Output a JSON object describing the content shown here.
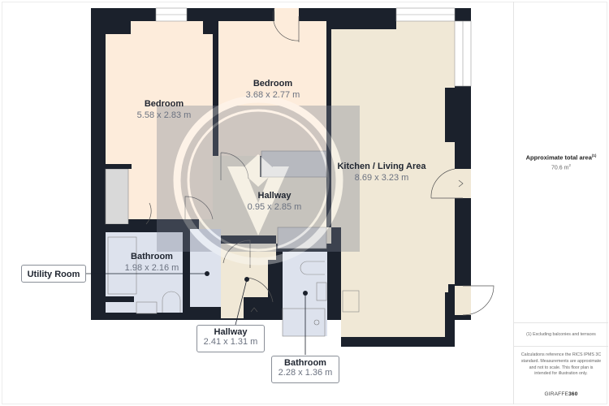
{
  "floorplan": {
    "rooms": [
      {
        "id": "bedroom-1",
        "name": "Bedroom",
        "dimensions": "5.58 x 2.83 m"
      },
      {
        "id": "bedroom-2",
        "name": "Bedroom",
        "dimensions": "3.68 x 2.77 m"
      },
      {
        "id": "kitchen-living",
        "name": "Kitchen / Living Area",
        "dimensions": "8.69 x 3.23 m"
      },
      {
        "id": "hallway-1",
        "name": "Hallway",
        "dimensions": "0.95 x 2.85 m"
      },
      {
        "id": "bathroom-1",
        "name": "Bathroom",
        "dimensions": "1.98 x 2.16 m"
      },
      {
        "id": "utility-room",
        "name": "Utility Room"
      },
      {
        "id": "hallway-2",
        "name": "Hallway",
        "dimensions": "2.41 x 1.31 m"
      },
      {
        "id": "bathroom-2",
        "name": "Bathroom",
        "dimensions": "2.28 x 1.36 m"
      }
    ],
    "colors": {
      "wall": "#1b212c",
      "bedroom_fill": "#fdecdb",
      "living_fill": "#f0e8d6",
      "bathroom_fill": "#dde2ed",
      "storage_fill": "#d9d9d9",
      "watermark": "#9aa0b0"
    }
  },
  "sidebar": {
    "area_title": "Approximate total area",
    "area_sup": "(1)",
    "area_value": "70.6 m",
    "area_unit_sup": "2",
    "footnote": "(1) Excluding balconies and terraces",
    "disclaimer": "Calculations reference the RICS IPMS 3C standard. Measurements are approximate and not to scale. This floor plan is intended for illustration only.",
    "brand_light": "GIRAFFE",
    "brand_bold": "360"
  }
}
